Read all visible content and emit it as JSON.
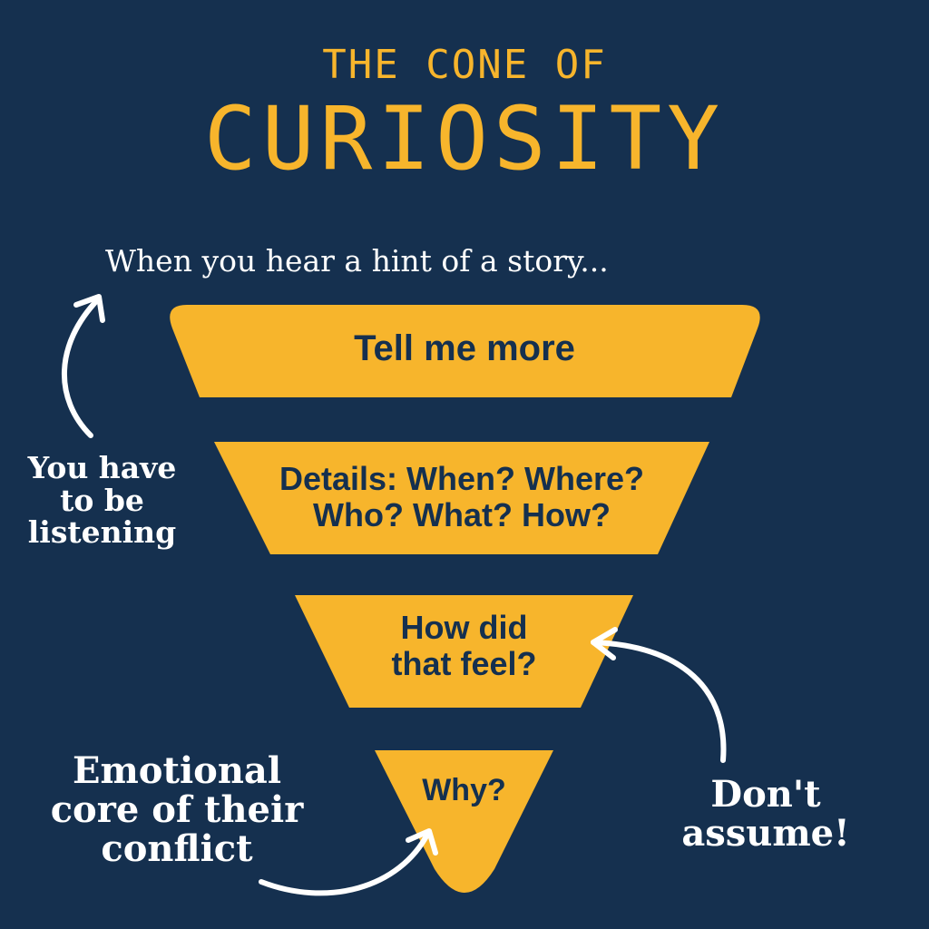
{
  "title": {
    "line1": "THE CONE OF",
    "line2": "CURIOSITY"
  },
  "intro_text": "When you hear a hint of a story...",
  "tiers": [
    {
      "label": "Tell me more"
    },
    {
      "line1": "Details: When? Where?",
      "line2": "Who? What? How?"
    },
    {
      "line1": "How did",
      "line2": "that feel?"
    },
    {
      "label": "Why?"
    }
  ],
  "annotations": {
    "listening": {
      "line1": "You have",
      "line2": "to be",
      "line3": "listening"
    },
    "emotional": {
      "line1": "Emotional",
      "line2": "core of their",
      "line3": "conflict"
    },
    "assume": {
      "line1": "Don't",
      "line2": "assume!"
    }
  },
  "colors": {
    "background": "#15304f",
    "accent": "#f7b52c",
    "text_light": "#ffffff",
    "text_dark": "#15304f"
  },
  "icons": [
    "curved-arrow-up-icon",
    "curved-arrow-left-icon",
    "curved-arrow-right-icon"
  ]
}
